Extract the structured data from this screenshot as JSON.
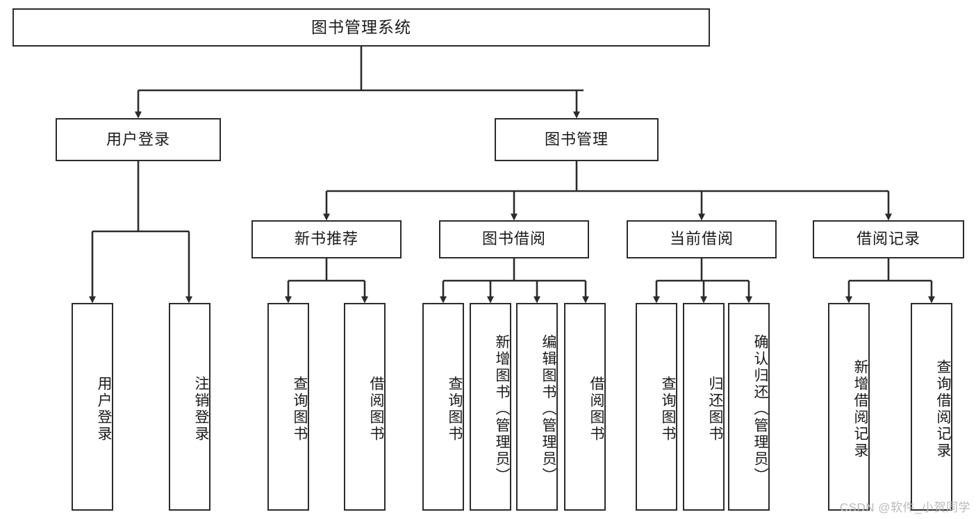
{
  "diagram": {
    "title": "图书管理系统",
    "orientation": "top-down-tree",
    "watermark": "CSDN @软件_小贺同学",
    "colors": {
      "box_border": "#2b2b2b",
      "box_fill": "#ffffff",
      "connector": "#2b2b2b",
      "text": "#1a1a1a",
      "watermark": "#b9b9b9"
    },
    "root": {
      "label": "图书管理系统"
    },
    "level2": [
      {
        "id": "user-login",
        "label": "用户登录"
      },
      {
        "id": "book-manage",
        "label": "图书管理"
      }
    ],
    "level3": [
      {
        "id": "new-book-recommend",
        "label": "新书推荐"
      },
      {
        "id": "book-borrow",
        "label": "图书借阅"
      },
      {
        "id": "current-borrow",
        "label": "当前借阅"
      },
      {
        "id": "borrow-record",
        "label": "借阅记录"
      }
    ],
    "leaves": {
      "user-login": [
        {
          "id": "leaf-user-login",
          "label": "用户登录"
        },
        {
          "id": "leaf-logout-login",
          "label": "注销登录"
        }
      ],
      "new-book-recommend": [
        {
          "id": "leaf-query-book-1",
          "label": "查询图书"
        },
        {
          "id": "leaf-borrow-book-1",
          "label": "借阅图书"
        }
      ],
      "book-borrow": [
        {
          "id": "leaf-query-book-2",
          "label": "查询图书"
        },
        {
          "id": "leaf-add-book-admin",
          "label": "新增图书（管理员）"
        },
        {
          "id": "leaf-edit-book-admin",
          "label": "编辑图书（管理员）"
        },
        {
          "id": "leaf-borrow-book-2",
          "label": "借阅图书"
        }
      ],
      "current-borrow": [
        {
          "id": "leaf-query-book-3",
          "label": "查询图书"
        },
        {
          "id": "leaf-return-book",
          "label": "归还图书"
        },
        {
          "id": "leaf-confirm-return-admin",
          "label": "确认归还（管理员）"
        }
      ],
      "borrow-record": [
        {
          "id": "leaf-add-borrow-record",
          "label": "新增借阅记录"
        },
        {
          "id": "leaf-query-borrow-record",
          "label": "查询借阅记录"
        }
      ]
    }
  }
}
